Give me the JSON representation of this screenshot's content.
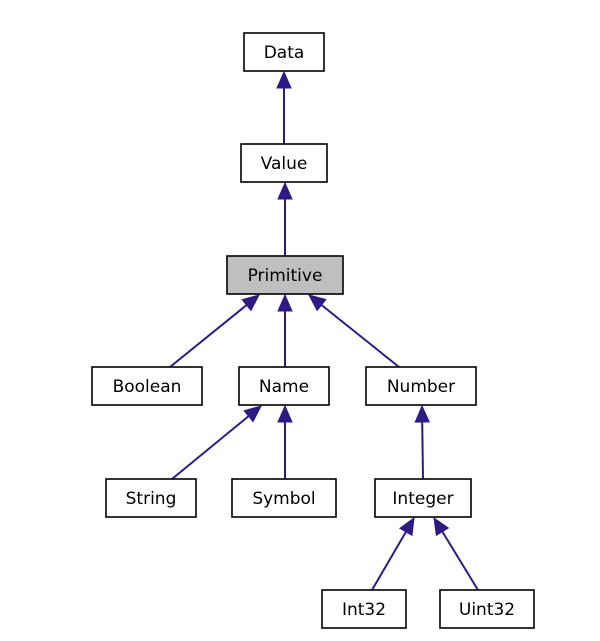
{
  "diagram": {
    "type": "class-inheritance-graph",
    "highlighted_node": "Primitive",
    "colors": {
      "edge": "#2e1a82",
      "node_fill": "#ffffff",
      "highlight_fill": "#bfbfbf",
      "node_border": "#000000"
    },
    "nodes": [
      {
        "id": "data",
        "label": "Data"
      },
      {
        "id": "value",
        "label": "Value"
      },
      {
        "id": "primitive",
        "label": "Primitive"
      },
      {
        "id": "boolean",
        "label": "Boolean"
      },
      {
        "id": "name",
        "label": "Name"
      },
      {
        "id": "number",
        "label": "Number"
      },
      {
        "id": "string",
        "label": "String"
      },
      {
        "id": "symbol",
        "label": "Symbol"
      },
      {
        "id": "integer",
        "label": "Integer"
      },
      {
        "id": "int32",
        "label": "Int32"
      },
      {
        "id": "uint32",
        "label": "Uint32"
      }
    ],
    "edges": [
      {
        "from": "value",
        "to": "data"
      },
      {
        "from": "primitive",
        "to": "value"
      },
      {
        "from": "boolean",
        "to": "primitive"
      },
      {
        "from": "name",
        "to": "primitive"
      },
      {
        "from": "number",
        "to": "primitive"
      },
      {
        "from": "string",
        "to": "name"
      },
      {
        "from": "symbol",
        "to": "name"
      },
      {
        "from": "integer",
        "to": "number"
      },
      {
        "from": "int32",
        "to": "integer"
      },
      {
        "from": "uint32",
        "to": "integer"
      }
    ]
  }
}
